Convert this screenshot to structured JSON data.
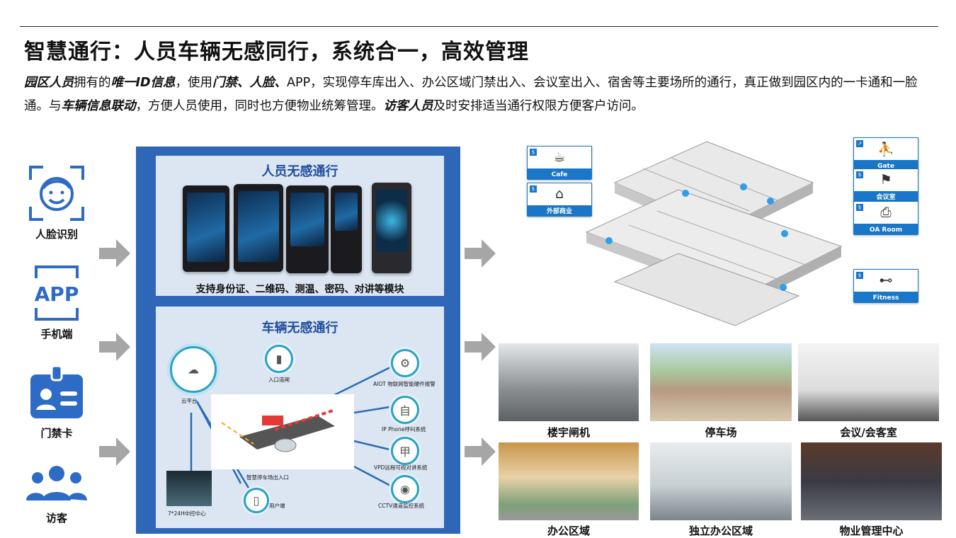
{
  "title": "智慧通行：人员车辆无感同行，系统合一，高效管理",
  "intro": {
    "p1_em": "园区人员",
    "p2": "拥有的",
    "p3_em": "唯一ID信息",
    "p4": "，使用",
    "p5_em": "门禁、人脸、",
    "p5b": "APP",
    "p6": "，实现停车库出入、办公区域门禁出入、会议室出入、宿舍等主要场所的通行，真正做到园区内的一卡通和一脸通。与",
    "p7_em": "车辆信息联动",
    "p8": "，方便人员使用，同时也方便物业统筹管理。",
    "p9_em": "访客人员",
    "p10": "及时安排适当通行权限方便客户访问。"
  },
  "left_icons": [
    {
      "icon": "face-recognition-icon",
      "label": "人脸识别"
    },
    {
      "icon": "app-icon",
      "label": "手机端"
    },
    {
      "icon": "access-card-icon",
      "label": "门禁卡"
    },
    {
      "icon": "visitors-icon",
      "label": "访客"
    }
  ],
  "panel": {
    "people": {
      "title": "人员无感通行",
      "caption": "支持身份证、二维码、测温、密码、对讲等模块"
    },
    "vehicle": {
      "title": "车辆无感通行",
      "nodes": {
        "cloud": "云平台",
        "entry": "入口道闸",
        "aiot": "AIOT 物联网智能硬件报警",
        "ipphone": "IP Phone呼叫系统",
        "vpd": "VPD远程可视对讲系统",
        "cctv": "CCTV通道监控系统",
        "center": "7*24H中控中心",
        "user": "用户端",
        "gate": "智慧停车场出入口"
      }
    }
  },
  "building_tags": [
    {
      "name": "Cafe",
      "icon": "coffee-cup-icon"
    },
    {
      "name": "外部商业",
      "icon": "shop-icon"
    },
    {
      "name": "Gate",
      "icon": "turnstile-icon"
    },
    {
      "name": "会议室",
      "icon": "meeting-icon"
    },
    {
      "name": "OA Room",
      "icon": "printer-icon"
    },
    {
      "name": "Fitness",
      "icon": "dumbbell-icon"
    }
  ],
  "photos": [
    {
      "label": "楼宇闸机"
    },
    {
      "label": "停车场"
    },
    {
      "label": "会议/会客室"
    },
    {
      "label": "办公区域"
    },
    {
      "label": "独立办公区域"
    },
    {
      "label": "物业管理中心"
    }
  ],
  "colors": {
    "panel_blue": "#2e66b8",
    "sub_bg": "#dce6f3",
    "title_blue": "#1f4e9c",
    "arrow_gray": "#a6a6a6",
    "icon_blue": "#2d6bc4"
  }
}
